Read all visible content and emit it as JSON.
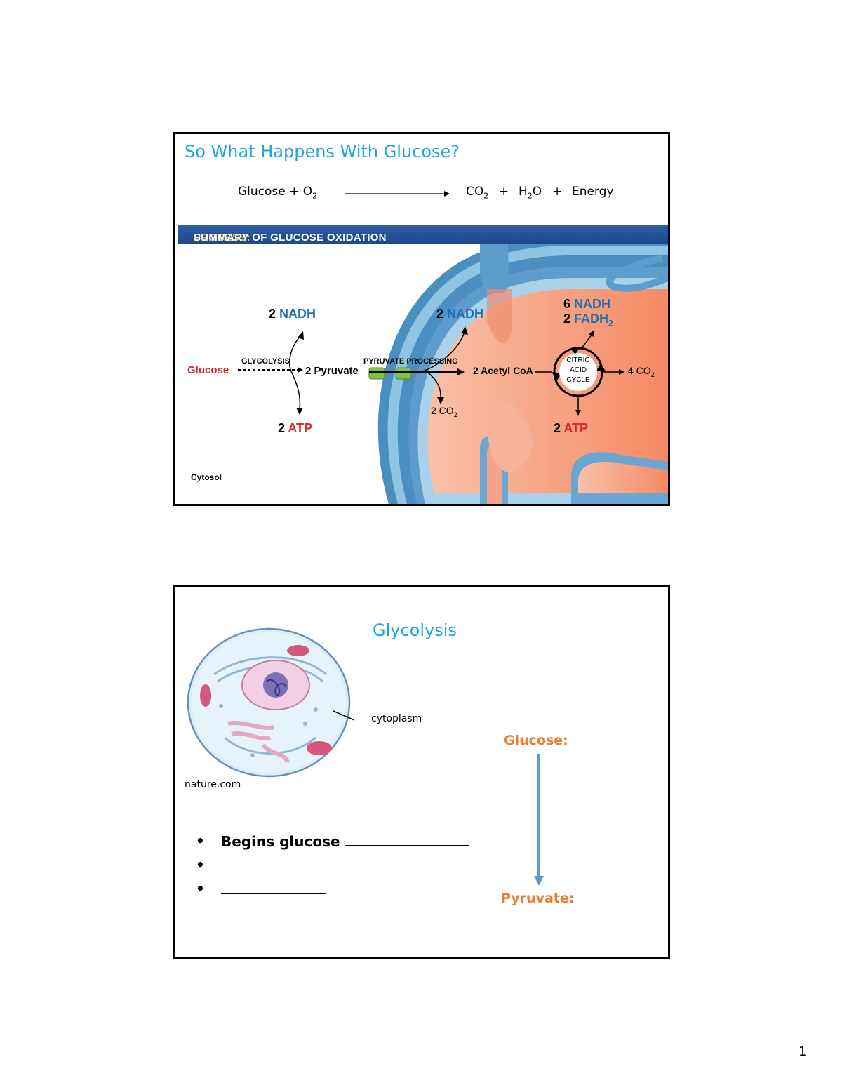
{
  "slide1": {
    "title": "So What Happens With Glucose?",
    "equation": {
      "reactants": "Glucose + O",
      "reactant_sub": "2",
      "p1": "CO",
      "p1_sub": "2",
      "plus1": "+",
      "p2a": "H",
      "p2_sub": "2",
      "p2b": "O",
      "plus2": "+",
      "p3": "Energy"
    },
    "banner": {
      "prefix": "PROCESS:",
      "text": "SUMMARY OF GLUCOSE OXIDATION"
    },
    "diagram": {
      "glucose": "Glucose",
      "glycolysis": "GLYCOLYSIS",
      "pyruvate": "2 Pyruvate",
      "pyruvate_processing": "PYRUVATE PROCESSING",
      "acetyl_coa": "2 Acetyl CoA",
      "nadh_left_num": "2",
      "nadh_left": "NADH",
      "atp_left_num": "2",
      "atp_left": "ATP",
      "nadh_mid_num": "2",
      "nadh_mid": "NADH",
      "co2_mid": "2 CO",
      "co2_mid_sub": "2",
      "nadh_right_num": "6",
      "nadh_right": "NADH",
      "fadh_num": "2",
      "fadh": "FADH",
      "fadh_sub": "2",
      "citric_1": "CITRIC",
      "citric_2": "ACID",
      "citric_3": "CYCLE",
      "co2_right": "4 CO",
      "co2_right_sub": "2",
      "atp_right_num": "2",
      "atp_right": "ATP",
      "cytosol": "Cytosol"
    }
  },
  "slide2": {
    "title": "Glycolysis",
    "cytoplasm_label": "cytoplasm",
    "source": "nature.com",
    "bullet_mark": "•",
    "bullet1": "Begins glucose",
    "glucose_label": "Glucose:",
    "pyruvate_label": "Pyruvate:"
  },
  "page_number": "1",
  "colors": {
    "title_blue": "#1ea5e0",
    "orange": "#ed7d31",
    "nadh_blue": "#1f6fb5",
    "atp_red": "#d9262b",
    "banner": "#2e5fa8",
    "mito_matrix": "#f4a78c"
  }
}
